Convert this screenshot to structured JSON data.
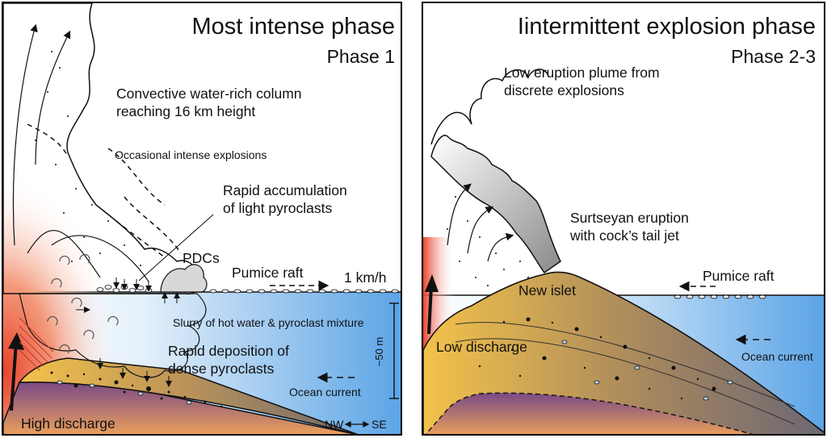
{
  "left_panel": {
    "title": "Most intense phase",
    "subtitle": "Phase 1",
    "column_label_1": "Convective water-rich column",
    "column_label_2": "reaching 16 km height",
    "explosions_label": "Occasional intense explosions",
    "accumulation_label_1": "Rapid accumulation",
    "accumulation_label_2": "of light pyroclasts",
    "pdc_label": "PDCs",
    "pumice_raft_label": "Pumice raft",
    "raft_speed_label": "1 km/h",
    "slurry_label": "Slurry of hot water & pyroclast mixture",
    "deposition_label_1": "Rapid deposition of",
    "deposition_label_2": "dense pyroclasts",
    "depth_label": "~50 m",
    "current_label": "Ocean current",
    "discharge_label": "High discharge",
    "orientation_left": "NW",
    "orientation_right": "SE"
  },
  "right_panel": {
    "title": "Iintermittent explosion phase",
    "subtitle": "Phase 2-3",
    "plume_label_1": "Low eruption plume from",
    "plume_label_2": "discrete explosions",
    "surtseyan_label_1": "Surtseyan eruption",
    "surtseyan_label_2": "with cock’s tail jet",
    "pumice_raft_label": "Pumice raft",
    "islet_label": "New islet",
    "discharge_label": "Low discharge",
    "current_label": "Ocean current"
  },
  "colors": {
    "sea_light": "#dcecf9",
    "sea_dark": "#5aa3e6",
    "deposit_yellow": "#f3c24a",
    "deposit_brown": "#7d6a55",
    "basement_purple": "#7a4a86",
    "basement_orange": "#f0a35a",
    "vent_red": "#e8442c"
  }
}
